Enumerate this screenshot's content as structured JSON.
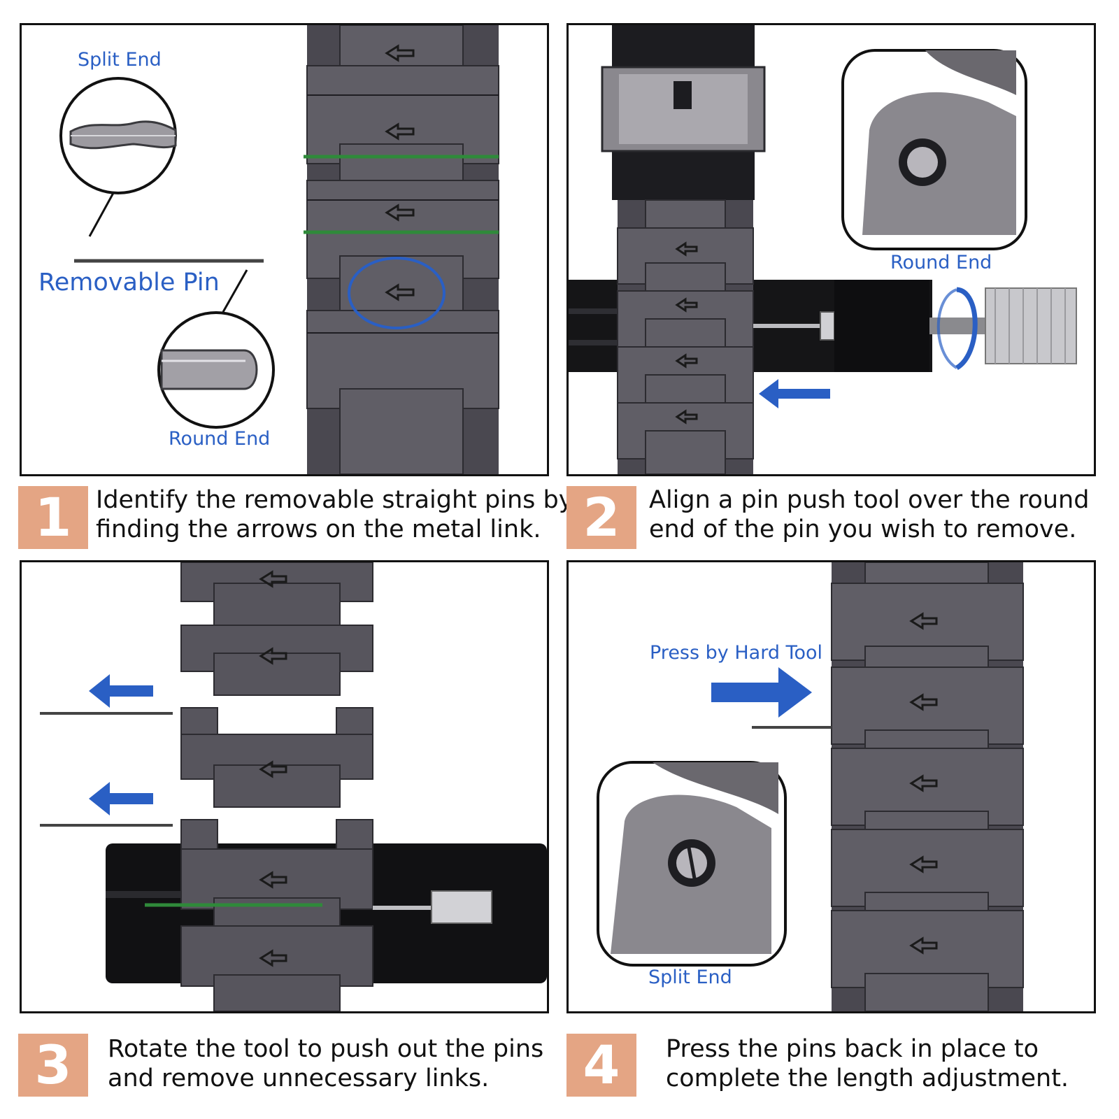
{
  "colors": {
    "accent_blue": "#2a5fc4",
    "step_badge": "#e4a584",
    "metal_dark": "#4a4850",
    "metal_light": "#6c6a72",
    "pin_green": "#2f8a3a"
  },
  "steps": [
    {
      "number": "1",
      "lines": [
        "Identify the removable straight pins by",
        "finding the arrows on the metal link."
      ],
      "callouts": {
        "split_end": "Split End",
        "removable_pin": "Removable Pin",
        "round_end": "Round End"
      }
    },
    {
      "number": "2",
      "lines": [
        "Align a pin push tool over the round",
        "end of the pin you wish to remove."
      ],
      "callouts": {
        "round_end": "Round End"
      }
    },
    {
      "number": "3",
      "lines": [
        "Rotate the tool to push out the pins",
        "and remove unnecessary links."
      ],
      "callouts": {}
    },
    {
      "number": "4",
      "lines": [
        "Press the pins back in place to",
        "complete the length adjustment."
      ],
      "callouts": {
        "press_tool": "Press by Hard Tool",
        "split_end": "Split End"
      }
    }
  ]
}
